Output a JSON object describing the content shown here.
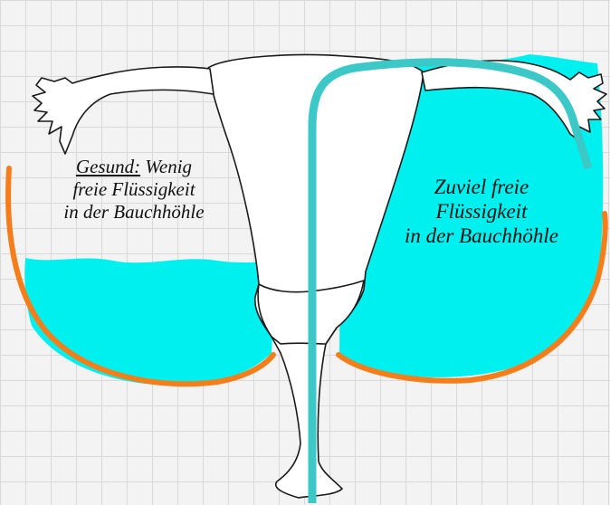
{
  "colors": {
    "grid_background": "#f3f3f3",
    "grid_line": "#d9d9d9",
    "fluid": "#00f0f0",
    "cavity_outline": "#f57d1a",
    "probe": "#3cc8c6",
    "organ_fill": "#ffffff",
    "organ_outline": "#1a1a1a"
  },
  "labels": {
    "healthy": {
      "keyword": "Gesund:",
      "line1_rest": "Wenig",
      "line2": "freie Flüssigkeit",
      "line3": "in der Bauchhöhle"
    },
    "excess": {
      "line1": "Zuviel freie",
      "line2": "Flüssigkeit",
      "line3": "in der Bauchhöhle"
    }
  },
  "fluid_levels": {
    "left_side": "low",
    "right_side": "high"
  }
}
